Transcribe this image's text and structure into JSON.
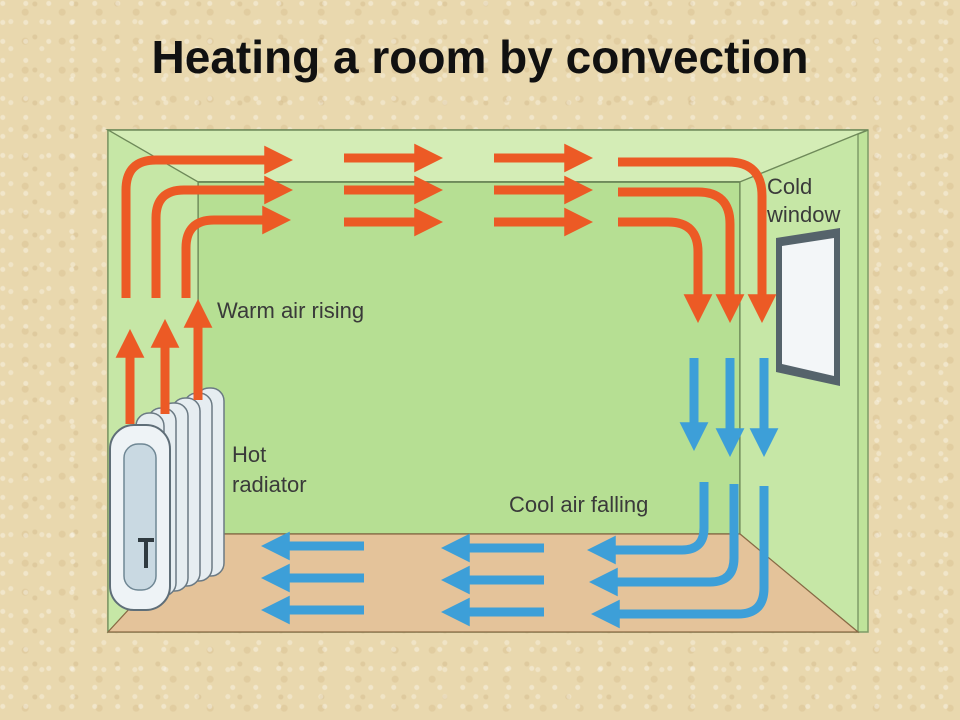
{
  "title": "Heating a room by convection",
  "labels": {
    "cold_window": [
      "Cold",
      "window"
    ],
    "warm_air": "Warm air rising",
    "hot_radiator": [
      "Hot",
      "radiator"
    ],
    "cool_air": "Cool air falling"
  },
  "colors": {
    "background": "#e9d8ae",
    "wall": "#bfe39a",
    "back_wall": "#b6df93",
    "floor": "#e4c39a",
    "warm_arrow": "#ec5a25",
    "cool_arrow": "#3d9fd8",
    "window_glass": "#f3f6f8",
    "radiator": "#e6edf1"
  }
}
